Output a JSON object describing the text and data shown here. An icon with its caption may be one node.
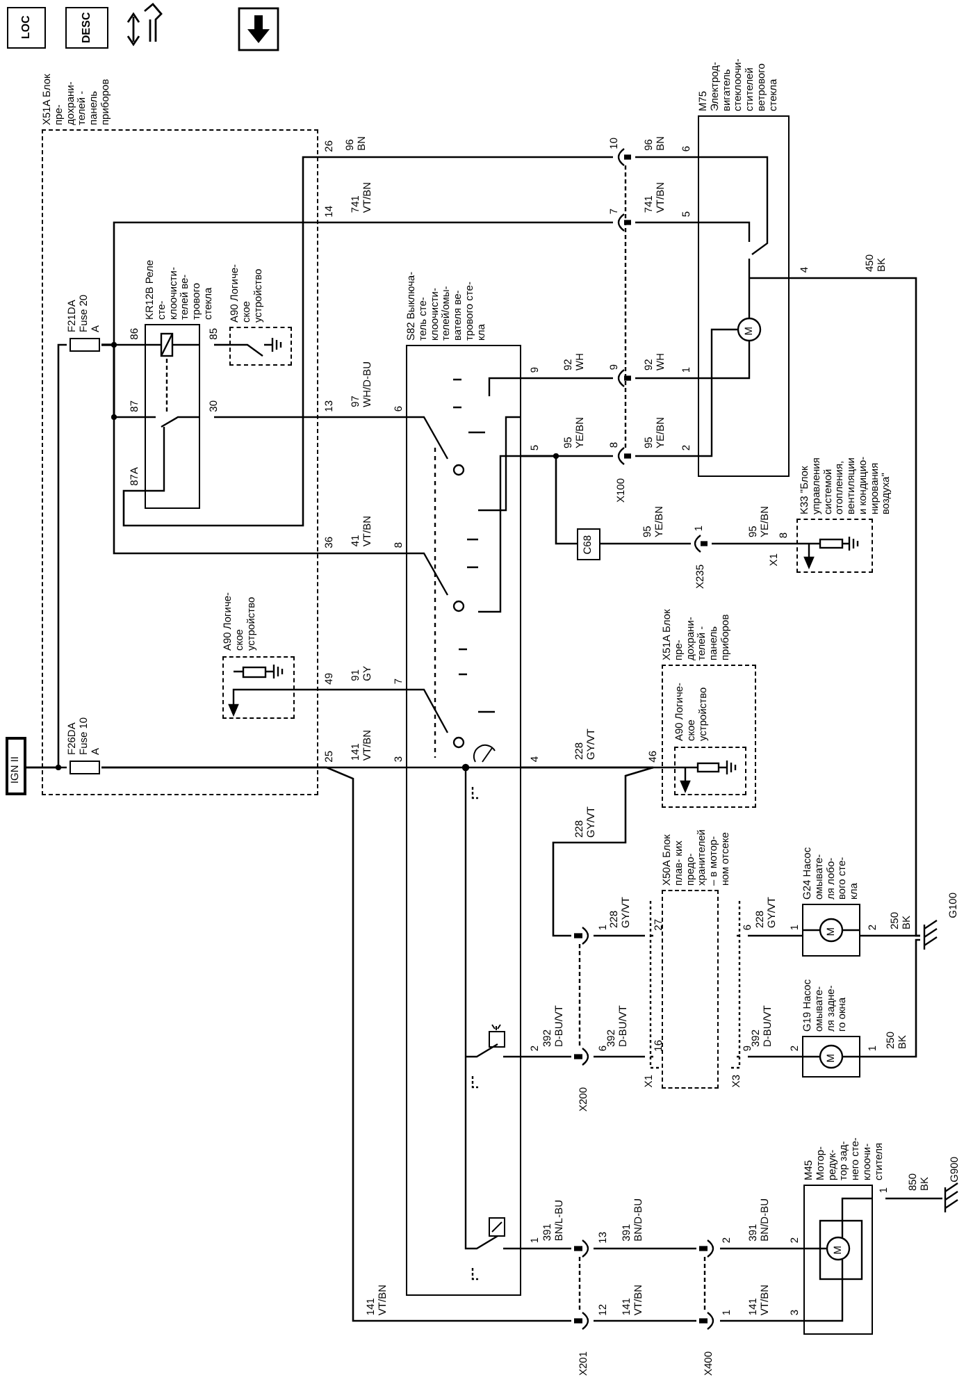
{
  "diagram": {
    "nodes": [
      {
        "text": [
          "X51A Блок пре- дохрани- телей - панель приборов"
        ]
      },
      {
        "text": [
          "F21DA Fuse 20 A"
        ],
        "in": 0
      },
      {
        "text": [
          "KR12B Реле сте- клоочисти- телей ве- трового стекла"
        ],
        "in": 0
      },
      {
        "text": [
          "A90 Логиче- ское устройство"
        ],
        "in": 0
      },
      {
        "text": [
          "A90 Логиче- ское устройство"
        ],
        "in": 0
      },
      {
        "text": [
          "F26DA Fuse 10 A"
        ],
        "in": 0
      },
      {
        "text": [
          "IGN II"
        ]
      },
      {
        "text": [
          "S82 Выключа- тель сте- клоочисти- телей/омы- вателя ве- трового сте- кла"
        ]
      },
      {
        "text": [
          "X100"
        ]
      },
      {
        "text": [
          "M75 Электрод- вигатель стеклоочи- стителей ветрового стекла"
        ]
      },
      {
        "text": [
          "C68"
        ]
      },
      {
        "text": [
          "X235"
        ]
      },
      {
        "text": [
          "K33 \"Блок управления системой отопления, вентиляции и кондицио- нирования воздуха\""
        ]
      },
      {
        "text": [
          "X51A Блок пре- дохрани- телей - панель приборов"
        ]
      },
      {
        "text": [
          "A90 Логиче- ское устройство"
        ],
        "in": 13
      },
      {
        "text": [
          "X200"
        ]
      },
      {
        "text": [
          "X50A Блок плав- ких предо- хранителей – в мотор- ном отсеке"
        ]
      },
      {
        "text": [
          "G24 Насос омывате- ля лобо- вого сте- кла"
        ]
      },
      {
        "text": [
          "G19 Насос омывате- ля задне- го окна"
        ]
      },
      {
        "text": [
          "G100"
        ]
      },
      {
        "text": [
          "X201"
        ]
      },
      {
        "text": [
          "X400"
        ]
      },
      {
        "text": [
          "M45 Мотор- редук- тор зад- него сте- клоочи- стителя"
        ]
      },
      {
        "text": [
          "G900"
        ]
      }
    ],
    "edges": [
      {
        "from": 2,
        "to": 8,
        "arrow": "none",
        "label": "96 BN"
      },
      {
        "from": 8,
        "to": 9,
        "arrow": "none",
        "label": "96 BN"
      },
      {
        "from": 1,
        "to": 8,
        "arrow": "none",
        "label": "741 VT/BN"
      },
      {
        "from": 8,
        "to": 9,
        "arrow": "none",
        "label": "741 VT/BN"
      },
      {
        "from": 2,
        "to": 7,
        "arrow": "none",
        "label": "97 WH/D-BU"
      },
      {
        "from": 1,
        "to": 7,
        "arrow": "none",
        "label": "41 VT/BN"
      },
      {
        "from": 4,
        "to": 7,
        "arrow": "none",
        "label": "91 GY"
      },
      {
        "from": 5,
        "to": 7,
        "arrow": "none",
        "label": "141 VT/BN"
      },
      {
        "from": 6,
        "to": 5,
        "arrow": "none"
      },
      {
        "from": 6,
        "to": 1,
        "arrow": "none"
      },
      {
        "from": 1,
        "to": 2,
        "arrow": "none"
      },
      {
        "from": 2,
        "to": 3,
        "arrow": "none"
      },
      {
        "from": 7,
        "to": 8,
        "arrow": "none",
        "label": "92 WH"
      },
      {
        "from": 8,
        "to": 9,
        "arrow": "none",
        "label": "92 WH"
      },
      {
        "from": 7,
        "to": 8,
        "arrow": "none",
        "label": "95 YE/BN"
      },
      {
        "from": 8,
        "to": 9,
        "arrow": "none",
        "label": "95 YE/BN"
      },
      {
        "from": 7,
        "to": 10,
        "arrow": "none"
      },
      {
        "from": 10,
        "to": 11,
        "arrow": "none",
        "label": "95 YE/BN"
      },
      {
        "from": 11,
        "to": 12,
        "arrow": "none",
        "label": "95 YE/BN"
      },
      {
        "from": 9,
        "to": 19,
        "arrow": "none",
        "label": "450 BK"
      },
      {
        "from": 7,
        "to": 14,
        "arrow": "none",
        "label": "228 GY/VT"
      },
      {
        "from": 7,
        "to": 15,
        "arrow": "none",
        "label": "228 GY/VT"
      },
      {
        "from": 15,
        "to": 16,
        "arrow": "none",
        "label": "228 GY/VT"
      },
      {
        "from": 16,
        "to": 17,
        "arrow": "none",
        "label": "228 GY/VT"
      },
      {
        "from": 17,
        "to": 19,
        "arrow": "none",
        "label": "250 BK"
      },
      {
        "from": 7,
        "to": 15,
        "arrow": "none",
        "label": "392 D-BU/VT"
      },
      {
        "from": 15,
        "to": 16,
        "arrow": "none",
        "label": "392 D-BU/VT"
      },
      {
        "from": 16,
        "to": 18,
        "arrow": "none",
        "label": "392 D-BU/VT"
      },
      {
        "from": 18,
        "to": 19,
        "arrow": "none",
        "label": "250 BK"
      },
      {
        "from": 7,
        "to": 20,
        "arrow": "none",
        "label": "391 BN/L-BU"
      },
      {
        "from": 20,
        "to": 21,
        "arrow": "none",
        "label": "391 BN/D-BU"
      },
      {
        "from": 21,
        "to": 22,
        "arrow": "none",
        "label": "391 BN/D-BU"
      },
      {
        "from": 5,
        "to": 20,
        "arrow": "none",
        "label": "141 VT/BN"
      },
      {
        "from": 20,
        "to": 21,
        "arrow": "none",
        "label": "141 VT/BN"
      },
      {
        "from": 21,
        "to": 22,
        "arrow": "none",
        "label": "141 VT/BN"
      },
      {
        "from": 22,
        "to": 23,
        "arrow": "none",
        "label": "850 BK"
      },
      {
        "from": 1,
        "to": 2,
        "arrow": "none"
      }
    ],
    "labels": [
      "LOC",
      "DESC",
      "26",
      "14",
      "86",
      "85",
      "87",
      "30",
      "13",
      "6",
      "87A",
      "36",
      "8",
      "49",
      "7",
      "25",
      "3",
      "10",
      "6",
      "7",
      "5",
      "4",
      "9",
      "9",
      "1",
      "5",
      "8",
      "2",
      "1",
      "8",
      "X1",
      "4",
      "46",
      "1",
      "27",
      "6",
      "1",
      "2",
      "2",
      "6",
      "16",
      "9",
      "2",
      "1",
      "X1",
      "X3",
      "1",
      "1",
      "13",
      "2",
      "2",
      "12",
      "1",
      "3",
      "M",
      "M",
      "M",
      "M"
    ]
  }
}
